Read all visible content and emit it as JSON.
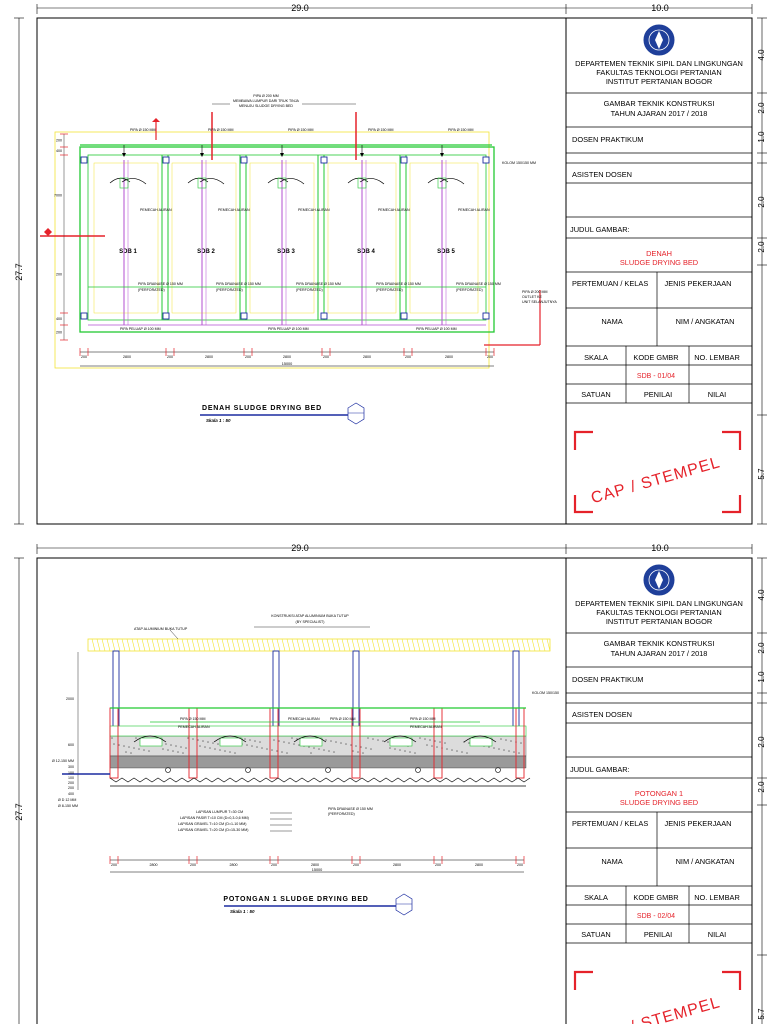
{
  "sheets": [
    {
      "dims": {
        "width": "29.0",
        "right_width": "10.0",
        "height": "27.7",
        "r1": "4.0",
        "r2": "2.0",
        "r3": "1.0",
        "r4": "2.0",
        "r5": "2.0",
        "r6": "5.7"
      },
      "title_block": {
        "dept_line1": "DEPARTEMEN TEKNIK SIPIL DAN LINGKUNGAN",
        "dept_line2": "FAKULTAS TEKNOLOGI PERTANIAN",
        "dept_line3": "INSTITUT PERTANIAN BOGOR",
        "gambar_line1": "GAMBAR TEKNIK KONSTRUKSI",
        "gambar_line2": "TAHUN AJARAN 2017 / 2018",
        "dosen": "DOSEN PRAKTIKUM",
        "asisten": "ASISTEN DOSEN",
        "judul_label": "JUDUL GAMBAR:",
        "judul_line1": "DENAH",
        "judul_line2": "SLUDGE DRYING BED",
        "pertemuan": "PERTEMUAN / KELAS",
        "jenis": "JENIS PEKERJAAN",
        "nama": "NAMA",
        "nim": "NIM / ANGKATAN",
        "skala": "SKALA",
        "kode": "KODE GMBR",
        "lembar": "NO. LEMBAR",
        "kode_value": "SDB - 01/04",
        "satuan": "SATUAN",
        "penilai": "PENILAI",
        "nilai": "NILAI",
        "stamp": "CAP / STEMPEL"
      },
      "drawing": {
        "caption": "DENAH SLUDGE DRYING BED",
        "scale": "Skala  1 : 50",
        "beds": [
          "SDB 1",
          "SDB 2",
          "SDB 3",
          "SDB 4",
          "SDB 5"
        ],
        "pipe_top": "PIPA Ø 150 MM",
        "pipe_inlet": "PIPA Ø 200 MM",
        "pipe_inlet_note1": "MEMBAWA LUMPUR DARI TRUK TINJA",
        "pipe_inlet_note2": "MENUJU SLUDGE DRYING BED",
        "pemecah": "PEMECAH ALIRAN",
        "drainase": "PIPA DRAINASE Ø 150 MM",
        "drainase_sub": "(PERFORATED)",
        "peluap": "PIPA PELUAP Ø 100 MM",
        "kolom": "KOLOM 150/150 MM",
        "outlet1": "PIPA Ø 200 MM",
        "outlet2": "OUTLET KE",
        "outlet3": "UNIT SELANJUTNYA",
        "dims_bottom": [
          "200",
          "2800",
          "200",
          "2800",
          "200",
          "2800",
          "200",
          "2800",
          "200",
          "2800",
          "200"
        ],
        "total": "15000",
        "dims_left": [
          "200",
          "400",
          "7000",
          "200",
          "400",
          "200"
        ]
      }
    },
    {
      "dims": {
        "width": "29.0",
        "right_width": "10.0",
        "height": "27.7",
        "r1": "4.0",
        "r2": "2.0",
        "r3": "1.0",
        "r4": "2.0",
        "r5": "2.0",
        "r6": "5.7"
      },
      "title_block": {
        "dept_line1": "DEPARTEMEN TEKNIK SIPIL DAN LINGKUNGAN",
        "dept_line2": "FAKULTAS TEKNOLOGI PERTANIAN",
        "dept_line3": "INSTITUT PERTANIAN BOGOR",
        "gambar_line1": "GAMBAR TEKNIK KONSTRUKSI",
        "gambar_line2": "TAHUN AJARAN 2017 / 2018",
        "dosen": "DOSEN PRAKTIKUM",
        "asisten": "ASISTEN DOSEN",
        "judul_label": "JUDUL GAMBAR:",
        "judul_line1": "POTONGAN 1",
        "judul_line2": "SLUDGE DRYING BED",
        "pertemuan": "PERTEMUAN / KELAS",
        "jenis": "JENIS PEKERJAAN",
        "nama": "NAMA",
        "nim": "NIM / ANGKATAN",
        "skala": "SKALA",
        "kode": "KODE GMBR",
        "lembar": "NO. LEMBAR",
        "kode_value": "SDB - 02/04",
        "satuan": "SATUAN",
        "penilai": "PENILAI",
        "nilai": "NILAI",
        "stamp": "CAP / STEMPEL"
      },
      "drawing": {
        "caption": "POTONGAN 1 SLUDGE DRYING BED",
        "scale": "Skala  1 : 50",
        "atap": "ATAP ALUMINIUM BUKA TUTUP",
        "konstruksi1": "KONSTRUKSI ATAP ALUMINIUM BUKA TUTUP",
        "konstruksi2": "(BY SPECIALIST)",
        "kolom": "KOLOM 150/150",
        "pipa150": "PIPA Ø 150 MM",
        "pemecah": "PEMECAH ALIRAN",
        "drainase": "PIPA DRAINASE Ø 150 MM",
        "drainase_sub": "(PERFORATED)",
        "lapisan1": "LAPISAN LUMPUR T=30 CM",
        "lapisan2": "LAPISAN PASIR T=10 CM (D=0,3-0,6 MM)",
        "lapisan3": "LAPISAN GRAVEL T=10 CM (D=1-10 MM)",
        "lapisan4": "LAPISAN GRAVEL T=20 CM (D=15-30 MM)",
        "dims_bottom": [
          "200",
          "2800",
          "200",
          "2800",
          "200",
          "2800",
          "200",
          "2800",
          "200",
          "2800",
          "200"
        ],
        "total": "15000",
        "left_labels": [
          "2000",
          "600",
          "Ø 12-150 MM",
          "300",
          "100",
          "100",
          "200",
          "200",
          "400",
          "Ø D 12 MM",
          "Ø 8-150 MM"
        ]
      }
    }
  ]
}
